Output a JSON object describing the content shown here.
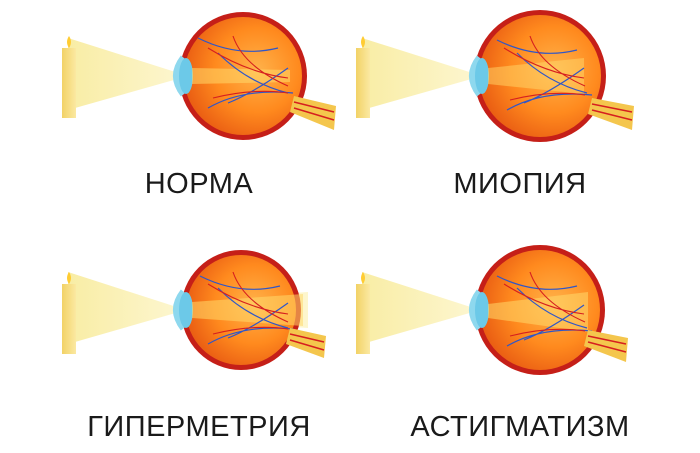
{
  "diagrams": [
    {
      "id": "norm",
      "label": "НОРМА"
    },
    {
      "id": "myopia",
      "label": "МИОПИЯ"
    },
    {
      "id": "hyperopia",
      "label": "ГИПЕРМЕТРИЯ"
    },
    {
      "id": "astigmatism",
      "label": "АСТИГМАТИЗМ"
    }
  ],
  "colors": {
    "background": "#ffffff",
    "eye_outer": "#f26a1b",
    "eye_inner": "#ff8a1e",
    "sclera_edge": "#b81f16",
    "lens": "#7fd3ee",
    "light_cone": "#fbf0a8",
    "candle": "#f6dd7a",
    "nerve": "#f4c64d",
    "vein": "#2f56c9",
    "artery": "#d61f1f"
  },
  "icons": [
    "candle-icon",
    "eye-cross-section-icon",
    "optic-nerve-icon"
  ]
}
